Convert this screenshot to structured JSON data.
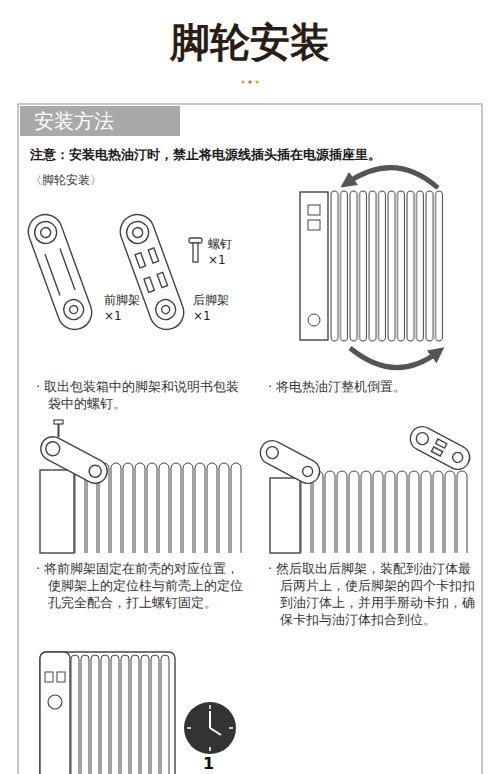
{
  "diagram": {
    "title": "脚轮安装",
    "nodes": [
      {
        "text": [
          "安装方法"
        ]
      }
    ],
    "labels": [
      "注意：安装电热油汀时，禁止将电源线插头插在电源插座里。",
      "〈脚轮安装〉",
      "螺钉",
      "×1",
      "前脚架",
      "×1",
      "后脚架",
      "×1",
      "· 取出包装箱中的脚架和说明书包装袋中的螺钉。",
      "· 将电热油汀整机倒置。",
      "· 将前脚架固定在前壳的对应位置，使脚架上的定位柱与前壳上的定位孔完全配合，打上螺钉固定。",
      "· 然后取出后脚架，装配到油汀体最后两片上，使后脚架的四个卡扣扣到油汀体上，并用手掰动卡扣，确保卡扣与油汀体扣合到位。",
      "1"
    ]
  }
}
